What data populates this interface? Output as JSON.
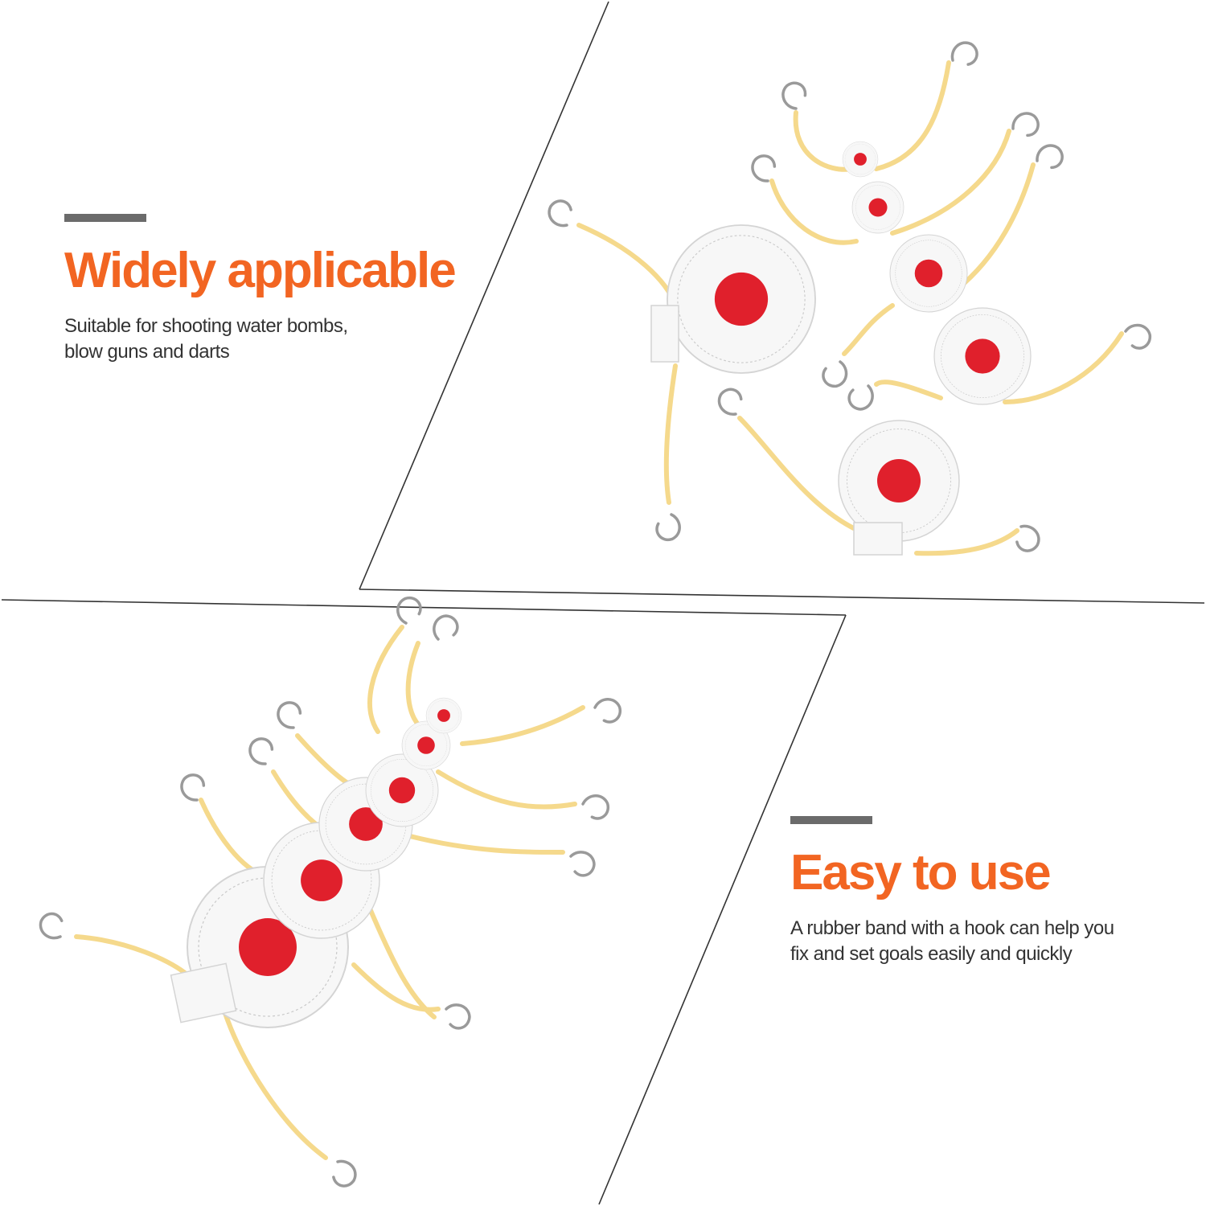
{
  "sections": [
    {
      "heading": "Widely applicable",
      "lines": [
        "Suitable for shooting water bombs,",
        "blow guns and darts"
      ]
    },
    {
      "heading": "Easy to use",
      "lines": [
        "A rubber band with a hook can help you",
        "fix and set goals easily and quickly"
      ]
    }
  ],
  "colors": {
    "accent": "#f26522",
    "bar": "#6b6b6b",
    "frame_line": "#333333",
    "target_red": "#e0202c",
    "rubber_band": "#f5d98c"
  },
  "icons": [
    "target-illustration",
    "hook-icon"
  ]
}
